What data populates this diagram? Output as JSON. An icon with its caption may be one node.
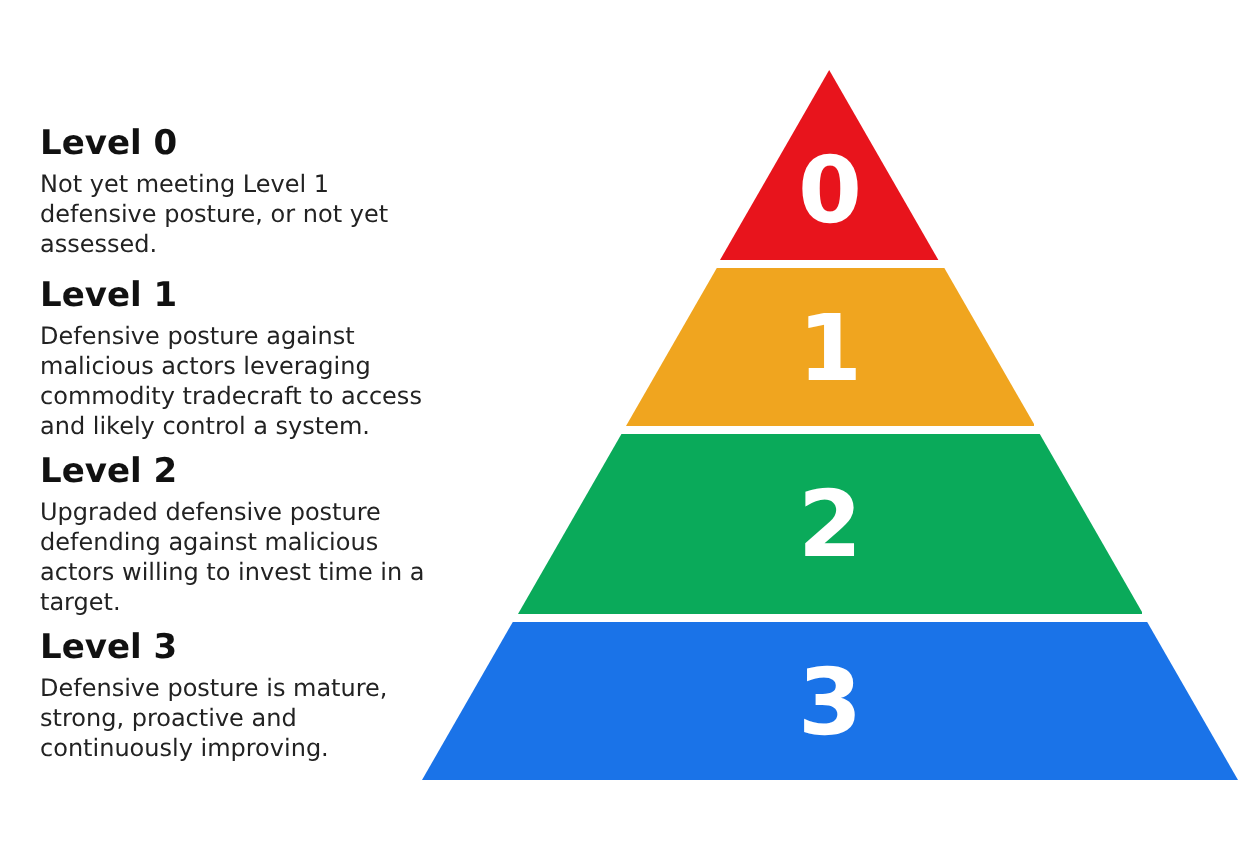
{
  "diagram": {
    "nodes": [
      {
        "text": [
          "0"
        ],
        "beside": [
          "Level 0",
          "Not yet meeting Level 1 defensive posture, or not yet assessed."
        ]
      },
      {
        "text": [
          "1"
        ],
        "beside": [
          "Level 1",
          "Defensive posture against malicious actors leveraging commodity tradecraft to access and likely control a system."
        ]
      },
      {
        "text": [
          "2"
        ],
        "beside": [
          "Level 2",
          "Upgraded defensive posture defending against malicious actors willing to invest time in a target."
        ]
      },
      {
        "text": [
          "3"
        ],
        "beside": [
          "Level 3",
          "Defensive posture is mature, strong, proactive and continuously improving."
        ]
      }
    ]
  }
}
